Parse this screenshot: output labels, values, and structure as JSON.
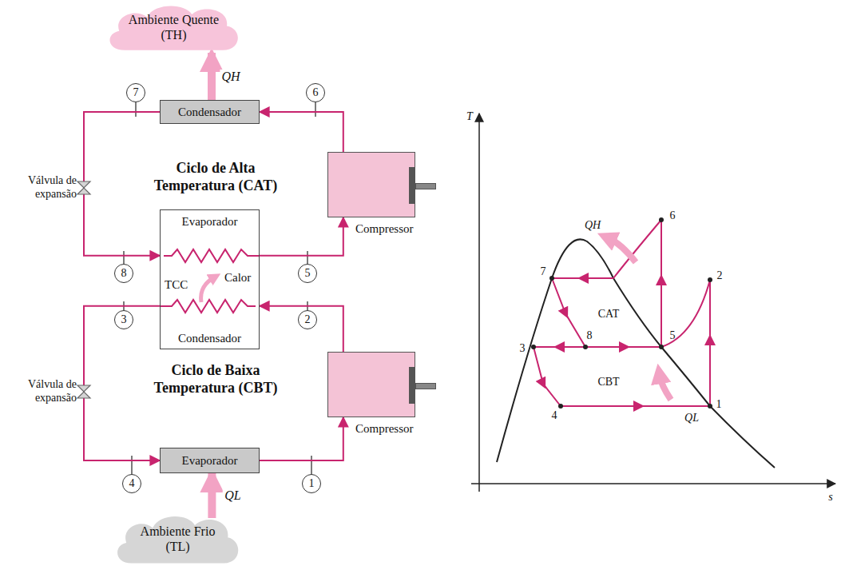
{
  "diagram": {
    "nodes": [
      {
        "text": [
          "Ambiente Quente",
          "(TH)"
        ]
      },
      {
        "text": [
          "Condensador"
        ]
      },
      {
        "text": [
          "Compressor"
        ]
      },
      {
        "text": [
          "Evaporador",
          "TCC",
          "Calor",
          "Condensador"
        ]
      },
      {
        "text": [
          "Compressor"
        ]
      },
      {
        "text": [
          "Evaporador"
        ]
      },
      {
        "text": [
          "Ambiente Frio",
          "(TL)"
        ]
      }
    ],
    "edges": [
      {
        "from": 1,
        "to": 0,
        "arrow": "to",
        "label": "QH"
      },
      {
        "from": 2,
        "to": 1,
        "arrow": "to"
      },
      {
        "from": 1,
        "to": 3,
        "arrow": "to"
      },
      {
        "from": 3,
        "to": 2,
        "arrow": "to"
      },
      {
        "from": 4,
        "to": 3,
        "arrow": "to"
      },
      {
        "from": 3,
        "to": 5,
        "arrow": "to"
      },
      {
        "from": 5,
        "to": 4,
        "arrow": "to"
      },
      {
        "from": 6,
        "to": 5,
        "arrow": "to",
        "label": "QL"
      }
    ],
    "labels": [
      "7",
      "6",
      "Válvula de expansão",
      "Ciclo de Alta Temperatura (CAT)",
      "8",
      "5",
      "3",
      "2",
      "Válvula de expansão",
      "Ciclo de Baixa Temperatura (CBT)",
      "4",
      "1",
      "T",
      "QH",
      "6",
      "7",
      "CAT",
      "8",
      "3",
      "5",
      "2",
      "CBT",
      "4",
      "QL",
      "1",
      "s"
    ]
  }
}
